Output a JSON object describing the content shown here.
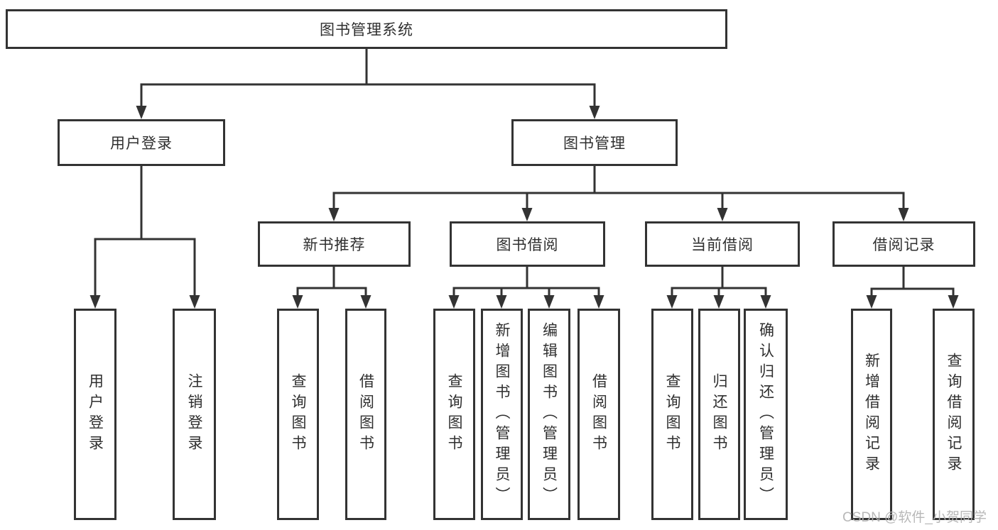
{
  "diagram": {
    "type": "hierarchy-tree",
    "colors": {
      "background": "#ffffff",
      "line": "#333333",
      "box_border": "#333333",
      "text": "#2f2f2f",
      "watermark": "#b2b2b2"
    }
  },
  "tree": {
    "label": "图书管理系统",
    "children": [
      {
        "label": "用户登录",
        "children": [
          {
            "label": "用户登录"
          },
          {
            "label": "注销登录"
          }
        ]
      },
      {
        "label": "图书管理",
        "children": [
          {
            "label": "新书推荐",
            "children": [
              {
                "label": "查询图书"
              },
              {
                "label": "借阅图书"
              }
            ]
          },
          {
            "label": "图书借阅",
            "children": [
              {
                "label": "查询图书"
              },
              {
                "label": "新增图书（管理员）"
              },
              {
                "label": "编辑图书（管理员）"
              },
              {
                "label": "借阅图书"
              }
            ]
          },
          {
            "label": "当前借阅",
            "children": [
              {
                "label": "查询图书"
              },
              {
                "label": "归还图书"
              },
              {
                "label": "确认归还（管理员）"
              }
            ]
          },
          {
            "label": "借阅记录",
            "children": [
              {
                "label": "新增借阅记录"
              },
              {
                "label": "查询借阅记录"
              }
            ]
          }
        ]
      }
    ]
  },
  "watermark": {
    "text": "CSDN @软件_小贺同学"
  }
}
